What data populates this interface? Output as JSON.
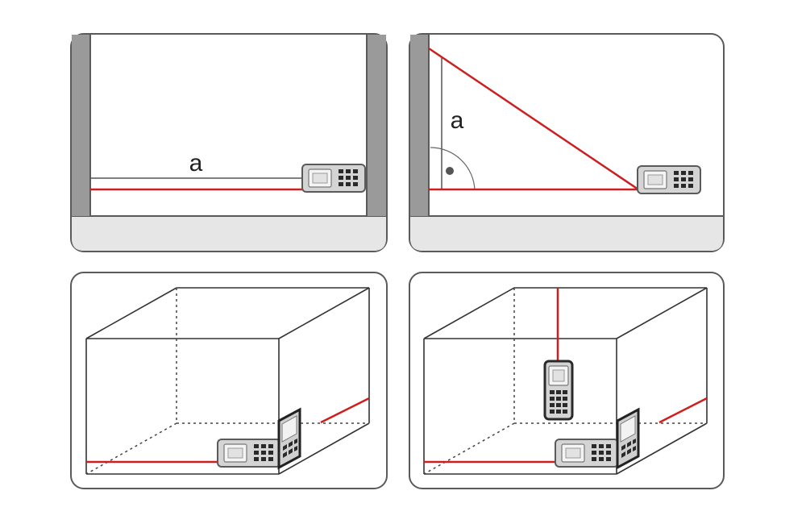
{
  "panels": [
    {
      "id": "horizontal-distance",
      "label": "a"
    },
    {
      "id": "height-pythagoras",
      "label": "a"
    },
    {
      "id": "room-floor-length",
      "label": ""
    },
    {
      "id": "room-height-and-floor",
      "label": ""
    }
  ],
  "colors": {
    "laser": "#cc1f1f",
    "outline": "#333333",
    "frame": "#5a5a5a",
    "wall": "#9a9a9a",
    "floor": "#e6e6e6",
    "device_body": "#d2d2d2",
    "device_dark": "#222222",
    "dashed": "#444444"
  },
  "icons": [
    "laser-distance-meter-icon",
    "angle-dot-icon"
  ]
}
